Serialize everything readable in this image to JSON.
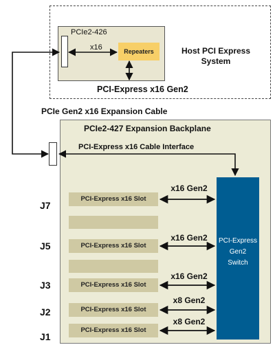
{
  "host": {
    "card_label": "PCIe2-426",
    "link_label": "x16",
    "repeaters_label": "Repeaters",
    "host_title_line1": "Host PCI Express",
    "host_title_line2": "System",
    "slot_label": "PCI-Express x16 Gen2"
  },
  "cable_label": "PCIe Gen2 x16 Expansion Cable",
  "backplane": {
    "title": "PCIe2-427 Expansion Backplane",
    "cable_interface_label": "PCI-Express x16 Cable Interface",
    "switch_label": [
      "PCI-Express",
      "Gen2",
      "Switch"
    ],
    "slots": [
      {
        "connector": "J7",
        "label": "PCI-Express x16 Slot",
        "link": "x16 Gen2"
      },
      {
        "connector": "J5",
        "label": "PCI-Express x16 Slot",
        "link": "x16 Gen2"
      },
      {
        "connector": "J3",
        "label": "PCI-Express x16 Slot",
        "link": "x16 Gen2"
      },
      {
        "connector": "J2",
        "label": "PCI-Express x16 Slot",
        "link": "x8 Gen2"
      },
      {
        "connector": "J1",
        "label": "PCI-Express x16 Slot",
        "link": "x8 Gen2"
      }
    ]
  },
  "colors": {
    "switch": "#005d92",
    "repeaters": "#f7cf68",
    "slot": "#cfc9a3",
    "backplane": "#ecebd6",
    "card": "#e9e6d1"
  }
}
